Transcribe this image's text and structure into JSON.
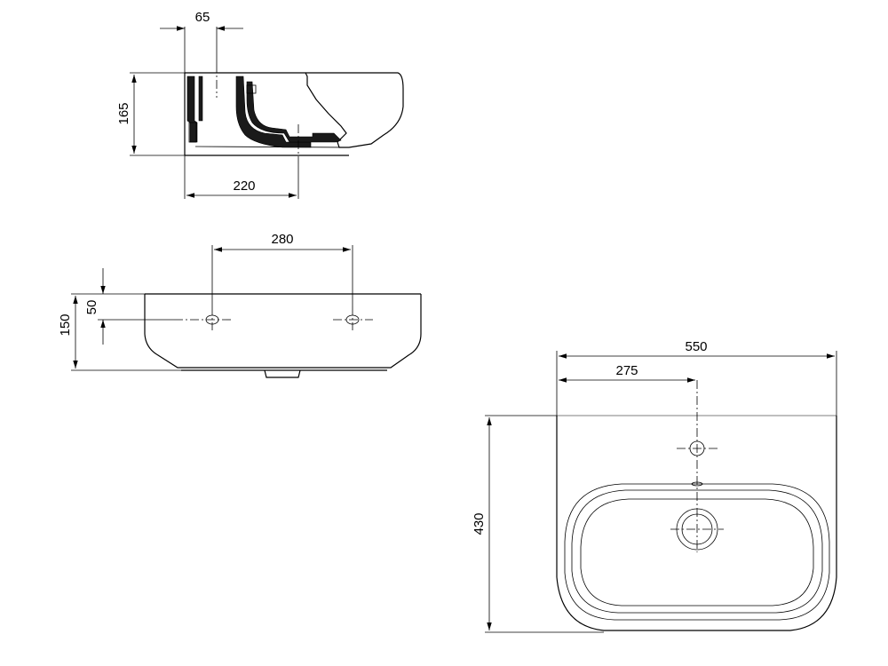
{
  "dimensions": {
    "side_hole_offset": "65",
    "side_height": "165",
    "side_depth": "220",
    "front_hole_spacing": "280",
    "front_height": "150",
    "front_hole_height": "50",
    "top_width": "550",
    "top_half_width": "275",
    "top_depth": "430"
  },
  "colors": {
    "line": "#000000",
    "background": "#ffffff"
  }
}
